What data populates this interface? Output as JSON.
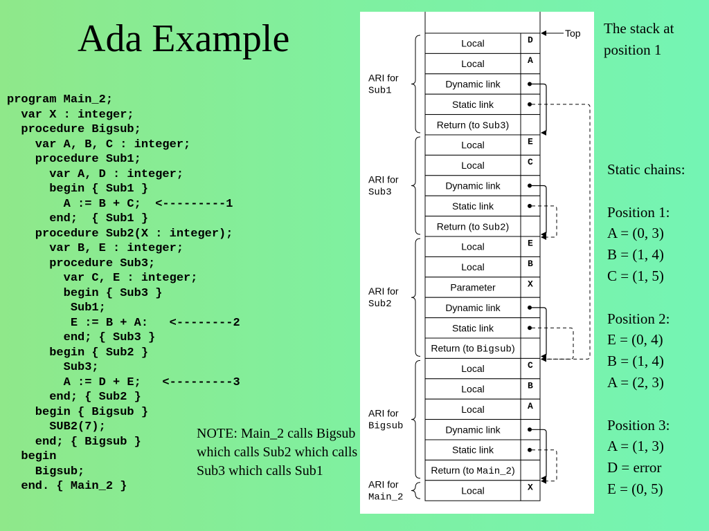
{
  "slide": {
    "title": "Ada Example",
    "code_lines": [
      "program Main_2;",
      "  var X : integer;",
      "  procedure Bigsub;",
      "    var A, B, C : integer;",
      "    procedure Sub1;",
      "      var A, D : integer;",
      "      begin { Sub1 }",
      "        A := B + C;  <---------1",
      "      end;  { Sub1 }",
      "    procedure Sub2(X : integer);",
      "      var B, E : integer;",
      "      procedure Sub3;",
      "        var C, E : integer;",
      "        begin { Sub3 }",
      "         Sub1;",
      "         E := B + A:   <--------2",
      "        end; { Sub3 }",
      "      begin { Sub2 }",
      "        Sub3;",
      "        A := D + E;   <---------3",
      "      end; { Sub2 }",
      "    begin { Bigsub }",
      "      SUB2(7);",
      "    end; { Bigsub }",
      "  begin",
      "    Bigsub;",
      "  end. { Main_2 }"
    ],
    "note": "NOTE:  Main_2 calls Bigsub which calls Sub2 which calls Sub3 which calls Sub1",
    "stack_caption": "The stack at position 1",
    "chain_lines": [
      "Static chains:",
      "",
      "Position 1:",
      "A = (0, 3)",
      "B = (1, 4)",
      "C = (1, 5)",
      "",
      "Position 2:",
      "E = (0, 4)",
      "B = (1, 4)",
      "A = (2, 3)",
      "",
      "Position 3:",
      "A = (1, 3)",
      "D = error",
      "E = (0, 5)"
    ]
  },
  "stack": {
    "top_label": "Top",
    "cells": [
      {
        "label": "Local",
        "var": "D"
      },
      {
        "label": "Local",
        "var": "A"
      },
      {
        "label": "Dynamic link",
        "var": ""
      },
      {
        "label": "Static link",
        "var": ""
      },
      {
        "label": "Return (to ",
        "label_mono": "Sub3",
        "label_end": ")",
        "var": ""
      },
      {
        "label": "Local",
        "var": "E"
      },
      {
        "label": "Local",
        "var": "C"
      },
      {
        "label": "Dynamic link",
        "var": ""
      },
      {
        "label": "Static link",
        "var": ""
      },
      {
        "label": "Return (to ",
        "label_mono": "Sub2",
        "label_end": ")",
        "var": ""
      },
      {
        "label": "Local",
        "var": "E"
      },
      {
        "label": "Local",
        "var": "B"
      },
      {
        "label": "Parameter",
        "var": "X"
      },
      {
        "label": "Dynamic link",
        "var": ""
      },
      {
        "label": "Static link",
        "var": ""
      },
      {
        "label": "Return (to ",
        "label_mono": "Bigsub",
        "label_end": ")",
        "var": ""
      },
      {
        "label": "Local",
        "var": "C"
      },
      {
        "label": "Local",
        "var": "B"
      },
      {
        "label": "Local",
        "var": "A"
      },
      {
        "label": "Dynamic link",
        "var": ""
      },
      {
        "label": "Static link",
        "var": ""
      },
      {
        "label": "Return (to ",
        "label_mono": "Main_2",
        "label_end": ")",
        "var": ""
      },
      {
        "label": "Local",
        "var": "X"
      }
    ],
    "ari_groups": [
      {
        "label": "ARI for",
        "name": "Sub1",
        "first": 0,
        "last": 4
      },
      {
        "label": "ARI for",
        "name": "Sub3",
        "first": 5,
        "last": 9
      },
      {
        "label": "ARI for",
        "name": "Sub2",
        "first": 10,
        "last": 15
      },
      {
        "label": "ARI for",
        "name": "Bigsub",
        "first": 16,
        "last": 21
      },
      {
        "label": "ARI for",
        "name": "Main_2",
        "first": 22,
        "last": 22
      }
    ],
    "dynamic_links": [
      {
        "from": 2,
        "to": 5
      },
      {
        "from": 7,
        "to": 10
      },
      {
        "from": 13,
        "to": 16
      },
      {
        "from": 19,
        "to": 22
      }
    ],
    "static_links": [
      {
        "from": 3,
        "to": 16,
        "lane": 3
      },
      {
        "from": 8,
        "to": 10,
        "lane": 1
      },
      {
        "from": 14,
        "to": 16,
        "lane": 2
      },
      {
        "from": 20,
        "to": 22,
        "lane": 1
      }
    ]
  }
}
